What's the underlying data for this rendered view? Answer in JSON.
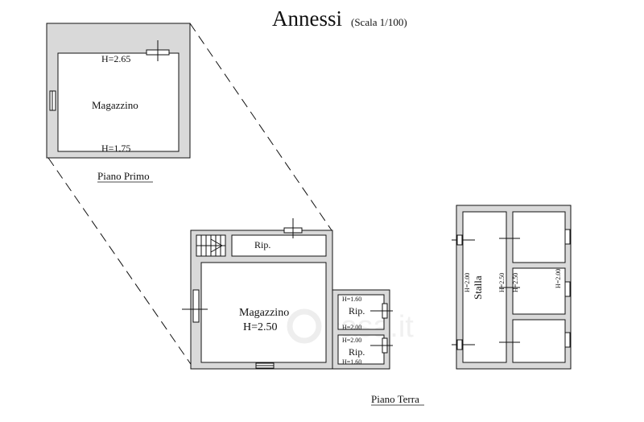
{
  "title": "Annessi",
  "scale": "(Scala 1/100)",
  "watermark": "casa.it",
  "piano_primo": {
    "label": "Piano Primo",
    "room": "Magazzino",
    "h_top": "H=2.65",
    "h_bottom": "H=1.75"
  },
  "piano_terra": {
    "label": "Piano Terra",
    "storage_top": "Rip.",
    "magazzino": "Magazzino",
    "magazzino_h": "H=2.50",
    "rip1": {
      "label": "Rip.",
      "h_top": "H=1.60",
      "h_bottom": "H=2.00"
    },
    "rip2": {
      "label": "Rip.",
      "h_top": "H=2.00",
      "h_bottom": "H=1.60"
    }
  },
  "stalla": {
    "label": "Stalla",
    "h_left": "H=2.00",
    "h_center_left": "H=2.50",
    "h_center_right": "H=2.50",
    "h_right": "H=2.00"
  },
  "colors": {
    "wall_fill": "#d9d9d9",
    "line": "#111111",
    "background": "#ffffff"
  }
}
